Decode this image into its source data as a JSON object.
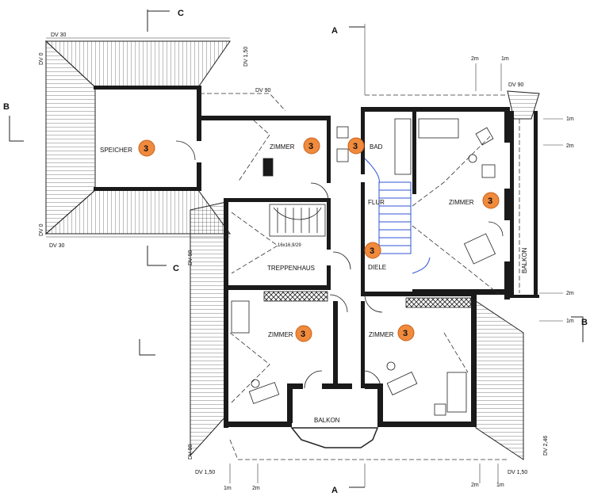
{
  "section_markers": {
    "a_top": "A",
    "a_bottom": "A",
    "b_left": "B",
    "b_right": "B",
    "c_top": "C",
    "c_mid": "C"
  },
  "rooms": {
    "speicher": "SPEICHER",
    "zimmer_north": "ZIMMER",
    "bad": "BAD",
    "flur": "FLUR",
    "zimmer_east": "ZIMMER",
    "treppenhaus": "TREPPENHAUS",
    "diele": "DIELE",
    "balkon_east": "BALKON",
    "zimmer_sw": "ZIMMER",
    "zimmer_se": "ZIMMER",
    "balkon_south": "BALKON"
  },
  "stair_note": "16x16,9/29",
  "badge_number": "3",
  "dimensions": {
    "dv30_top": "DV 30",
    "dv0_left_top": "DV 0",
    "dv150_top": "DV 1,50",
    "dv0_left_bottom": "DV 0",
    "dv30_bottom": "DV 30",
    "dv90_mid": "DV 90",
    "dv90_right": "DV 90",
    "dv90_left": "DV 90",
    "dv90_left_low": "DV 90",
    "dv150_bottom": "DV 1,50",
    "dv150_bottom_right": "DV 1,50",
    "dv246": "DV 2,46",
    "m2_top": "2m",
    "m1_top": "1m",
    "m1_right_1": "1m",
    "m2_right_1": "2m",
    "m2_right_2": "2m",
    "m1_right_2": "1m",
    "m1_bottom_left": "1m",
    "m2_bottom_left": "2m",
    "m2_bottom_right": "2m",
    "m1_bottom_right": "1m"
  },
  "colors": {
    "wall": "#1a1a1a",
    "badge_fill": "#f08a3c",
    "badge_stroke": "#c9601a",
    "stair_blue": "#2f55d4"
  }
}
